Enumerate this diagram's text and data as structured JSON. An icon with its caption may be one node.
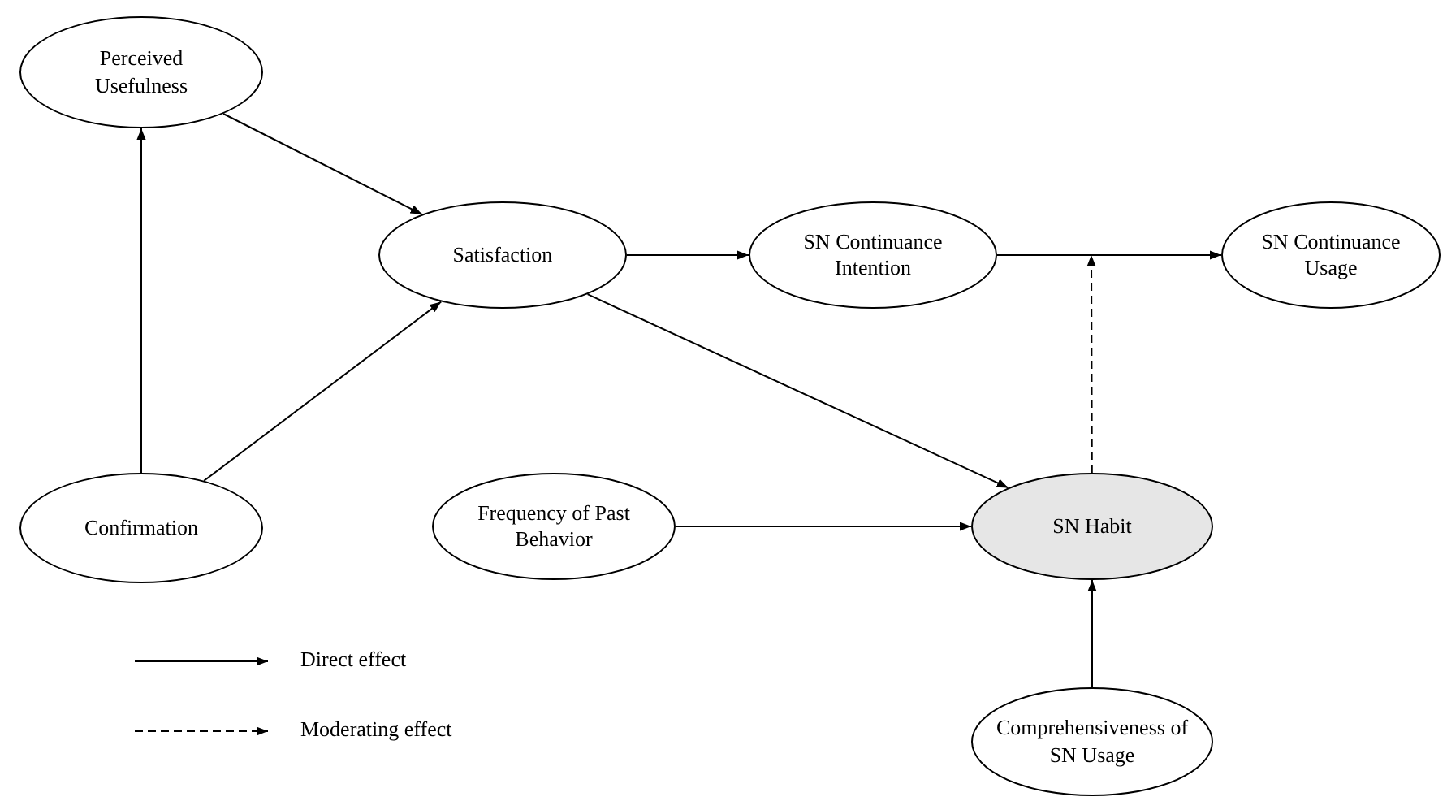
{
  "diagram": {
    "nodes": [
      {
        "text": [
          "Perceived Usefulness"
        ]
      },
      {
        "text": [
          "Satisfaction"
        ]
      },
      {
        "text": [
          "SN Continuance Intention"
        ]
      },
      {
        "text": [
          "SN Continuance Usage"
        ]
      },
      {
        "text": [
          "Confirmation"
        ]
      },
      {
        "text": [
          "Frequency of Past Behavior"
        ]
      },
      {
        "text": [
          "SN Habit"
        ]
      },
      {
        "text": [
          "Comprehensiveness of SN Usage"
        ]
      }
    ],
    "edges": [
      {
        "from": 0,
        "to": 1,
        "arrow": "to"
      },
      {
        "from": 4,
        "to": 0,
        "arrow": "to"
      },
      {
        "from": 4,
        "to": 1,
        "arrow": "to"
      },
      {
        "from": 1,
        "to": 2,
        "arrow": "to"
      },
      {
        "from": 2,
        "to": 3,
        "arrow": "to"
      },
      {
        "from": 1,
        "to": 6,
        "arrow": "to"
      },
      {
        "from": 5,
        "to": 6,
        "arrow": "to"
      },
      {
        "from": 7,
        "to": 6,
        "arrow": "to"
      },
      {
        "from": 6,
        "to": null,
        "arrow": "to",
        "style": "dashed"
      }
    ],
    "legend": [
      {
        "text": "Direct effect"
      },
      {
        "text": "Moderating effect"
      }
    ]
  }
}
